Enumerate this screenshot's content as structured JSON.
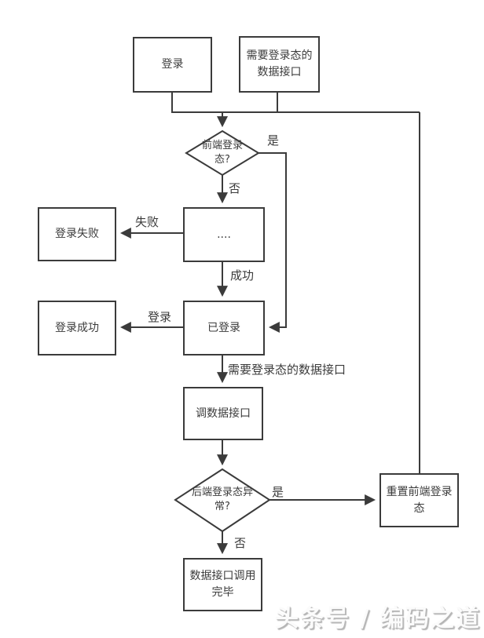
{
  "diagram": {
    "nodes": {
      "login": "登录",
      "need_login_api": "需要登录态的数据接口",
      "frontend_state_question": "前端登录态?",
      "process_dots": "....",
      "login_fail": "登录失败",
      "logged_in": "已登录",
      "login_success": "登录成功",
      "call_api": "调数据接口",
      "backend_state_question": "后端登录态异常?",
      "reset_frontend_state": "重置前端登录态",
      "api_call_done": "数据接口调用完毕"
    },
    "edge_labels": {
      "yes_top": "是",
      "no_top": "否",
      "fail": "失败",
      "success": "成功",
      "login": "登录",
      "need_login_api": "需要登录态的数据接口",
      "yes_bottom": "是",
      "no_bottom": "否"
    },
    "colors": {
      "line": "#3b3b3b",
      "text": "#3b3b3b",
      "background": "#ffffff",
      "watermark_shadow": "#b5b5b5"
    }
  },
  "watermark": {
    "text": "头条号 / 编码之道"
  }
}
